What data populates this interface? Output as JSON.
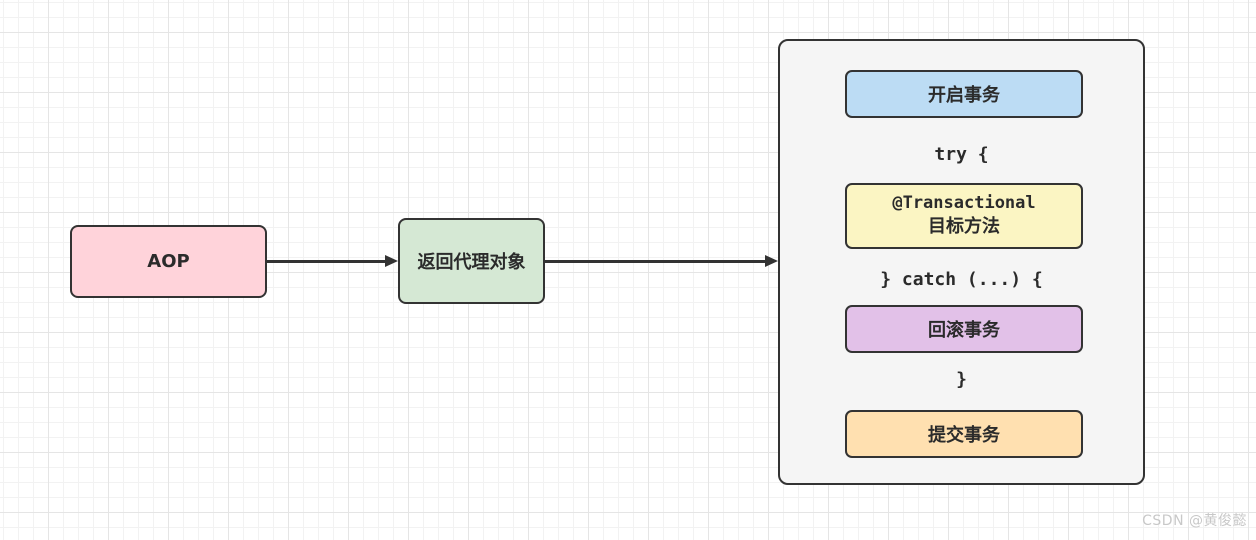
{
  "diagram": {
    "nodes": {
      "aop": {
        "label": "AOP",
        "fill": "#ffd3da"
      },
      "proxy": {
        "label": "返回代理对象",
        "fill": "#d5e8d4"
      },
      "container": {
        "fill": "#f5f5f5"
      },
      "begin_tx": {
        "label": "开启事务",
        "fill": "#bcdcf4"
      },
      "try_open": {
        "label": "try {"
      },
      "transactional": {
        "line1": "@Transactional",
        "line2": "目标方法",
        "fill": "#fbf5c3"
      },
      "catch_open": {
        "label": "} catch (...) {"
      },
      "rollback_tx": {
        "label": "回滚事务",
        "fill": "#e2c1e8"
      },
      "brace_close": {
        "label": "}"
      },
      "commit_tx": {
        "label": "提交事务",
        "fill": "#ffe0b0"
      }
    },
    "edge_color": "#333333"
  },
  "watermark": {
    "label": "CSDN @黄俊懿",
    "color": "#c8c8c8"
  }
}
